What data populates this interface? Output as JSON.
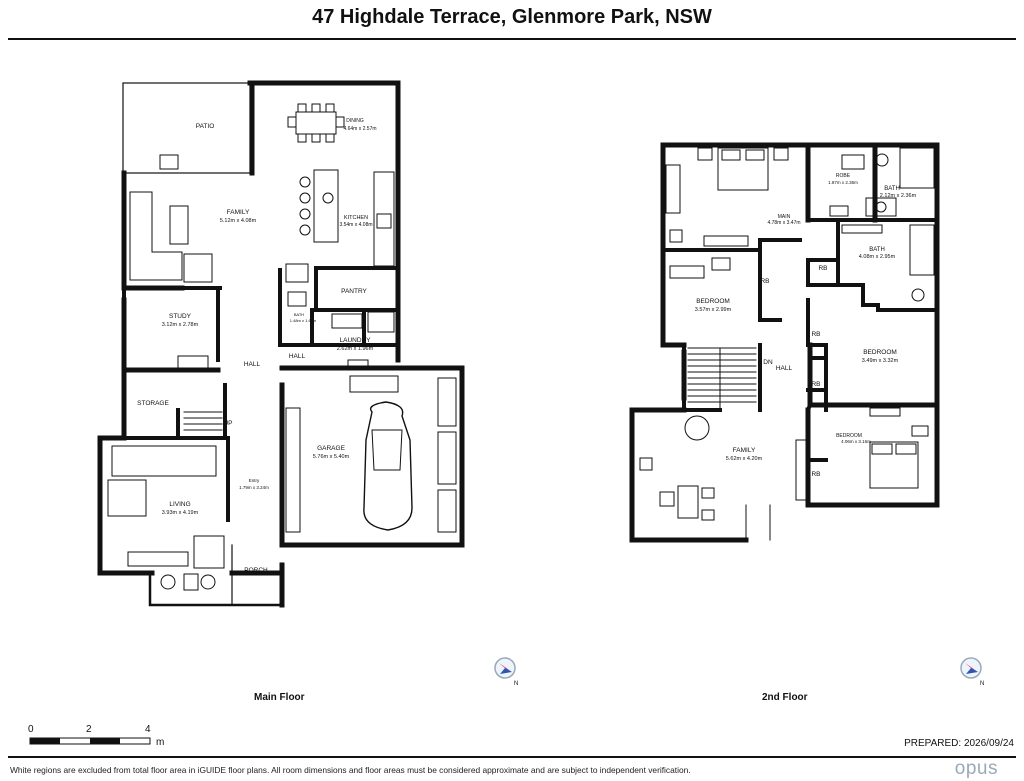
{
  "title": "47 Highdale Terrace, Glenmore Park, NSW",
  "main_floor": {
    "label": "Main Floor",
    "rooms": {
      "patio": "PATIO",
      "dining": "DINING",
      "dining_dim": "4.64m x 2.57m",
      "family": "FAMILY",
      "family_dim": "5.12m x 4.08m",
      "kitchen": "KITCHEN",
      "kitchen_dim": "3.54m x 4.08m",
      "pantry": "PANTRY",
      "study": "STUDY",
      "study_dim": "3.12m x 2.78m",
      "bath": "BATH",
      "bath_dim": "1.48m x 1.66m",
      "laundry": "LAUNDRY",
      "laundry_dim": "2.62m x 1.96m",
      "hall": "HALL",
      "hall2": "HALL",
      "storage": "STORAGE",
      "up": "UP",
      "garage": "GARAGE",
      "garage_dim": "5.76m x 5.40m",
      "entry": "Entry",
      "entry_dim": "1.79m x 3.24m",
      "living": "LIVING",
      "living_dim": "3.93m x 4.19m",
      "porch": "PORCH"
    }
  },
  "second_floor": {
    "label": "2nd Floor",
    "rooms": {
      "main": "MAIN",
      "main_dim": "4.78m x 3.47m",
      "robe": "ROBE",
      "robe_dim": "1.87m x 2.36m",
      "ensuite": "BATH",
      "ensuite_dim": "2.12m x 2.36m",
      "bath": "BATH",
      "bath_dim": "4.08m x 2.95m",
      "rb1": "RB",
      "rb2": "RB",
      "rb3": "RB",
      "rb4": "RB",
      "rb5": "RB",
      "bedroom_a": "BEDROOM",
      "bedroom_a_dim": "3.57m x 2.99m",
      "bedroom_b": "BEDROOM",
      "bedroom_b_dim": "3.49m x 3.32m",
      "bedroom_c": "BEDROOM",
      "bedroom_c_dim": "4.06m x 3.16m",
      "dn": "DN",
      "hall": "HALL",
      "family": "FAMILY",
      "family_dim": "5.62m x 4.20m"
    }
  },
  "compass_letter": "N",
  "scale": {
    "ticks": [
      "0",
      "2",
      "4"
    ],
    "unit": "m"
  },
  "prepared": "PREPARED: 2026/09/24",
  "footnote": "White regions are excluded from total floor area in iGUIDE floor plans. All room dimensions and floor areas must be considered approximate and are subject to independent verification.",
  "brand": "opus"
}
